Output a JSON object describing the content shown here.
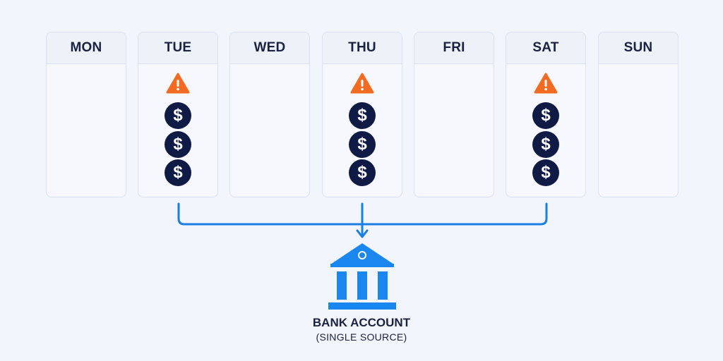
{
  "days": [
    {
      "label": "MON",
      "has_payments": false
    },
    {
      "label": "TUE",
      "has_payments": true
    },
    {
      "label": "WED",
      "has_payments": false
    },
    {
      "label": "THU",
      "has_payments": true
    },
    {
      "label": "FRI",
      "has_payments": false
    },
    {
      "label": "SAT",
      "has_payments": true
    },
    {
      "label": "SUN",
      "has_payments": false
    }
  ],
  "coin_symbol": "$",
  "bank": {
    "title": "BANK ACCOUNT",
    "subtitle": "(SINGLE SOURCE)"
  },
  "colors": {
    "background": "#f2f5fb",
    "warning": "#f26b21",
    "coin": "#101b45",
    "connector": "#1a7fe3",
    "bank": "#1a86f0",
    "text": "#1b2142"
  }
}
